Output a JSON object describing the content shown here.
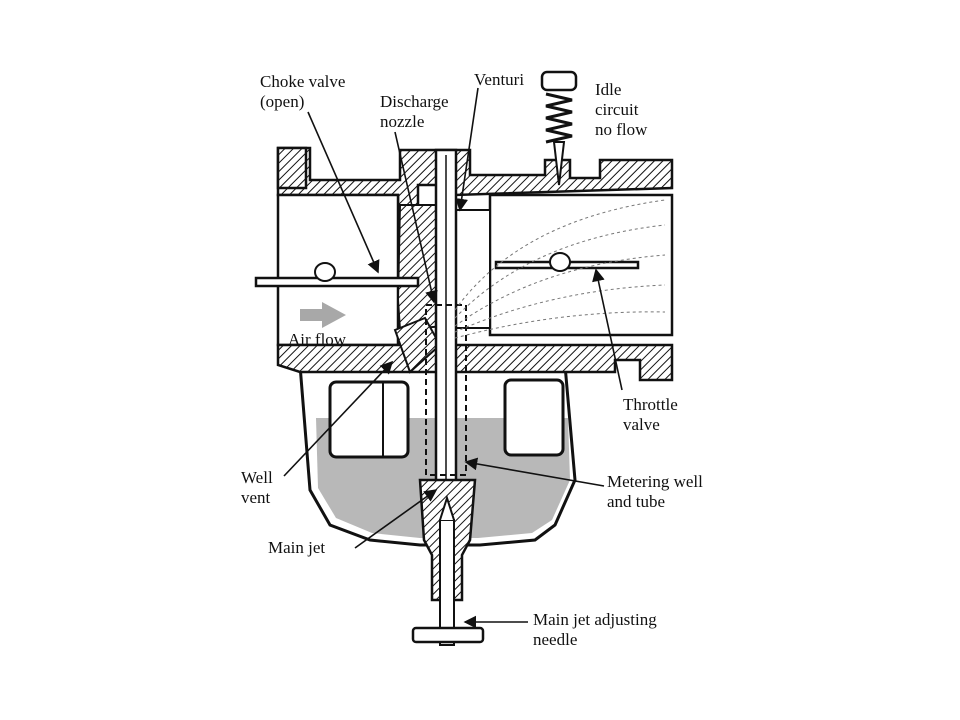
{
  "diagram": {
    "labels": {
      "choke_valve": "Choke valve\n(open)",
      "discharge_nozzle": "Discharge\nnozzle",
      "venturi": "Venturi",
      "idle_circuit": "Idle\ncircuit\nno flow",
      "air_flow": "Air flow",
      "throttle_valve": "Throttle\nvalve",
      "well_vent": "Well\nvent",
      "metering_well": "Metering well\nand tube",
      "main_jet": "Main jet",
      "main_jet_adjusting_needle": "Main jet adjusting\nneedle"
    },
    "colors": {
      "ink": "#111111",
      "fuel": "#b8b8b8",
      "metal_fill": "#ffffff",
      "arrow_gray": "#a8a8a8"
    }
  }
}
